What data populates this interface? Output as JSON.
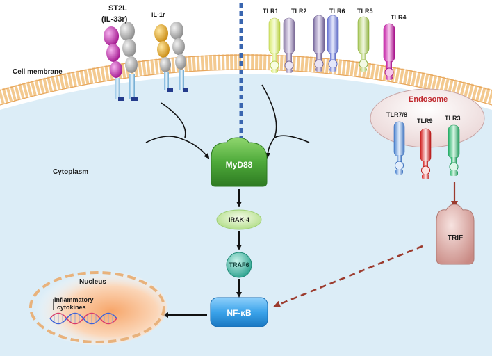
{
  "labels": {
    "cell_membrane": "Cell membrane",
    "cytoplasm": "Cytoplasm",
    "nucleus": "Nucleus",
    "inflammatory_line1": "Inflammatory",
    "inflammatory_line2": "cytokines",
    "endosome": "Endosome"
  },
  "receptors": {
    "st2l_line1": "ST2L",
    "st2l_line2": "(IL-33r)",
    "il1r": "IL-1r",
    "tlr1": "TLR1",
    "tlr2": "TLR2",
    "tlr6": "TLR6",
    "tlr5": "TLR5",
    "tlr4": "TLR4",
    "tlr78": "TLR7/8",
    "tlr9": "TLR9",
    "tlr3": "TLR3"
  },
  "nodes": {
    "myd88": "MyD88",
    "irak4": "IRAK-4",
    "traf6": "TRAF6",
    "nfkb": "NF-κB",
    "trif": "TRIF"
  },
  "colors": {
    "cytoplasm": "#dcedf7",
    "membrane": "#f3c98f",
    "myd88": "#4eaa3a",
    "irak4": "#c9eaa8",
    "traf6": "#3fb7a3",
    "nfkb": "#2a8fd6",
    "trif": "#d9a7a2",
    "endosome_text": "#c0272d",
    "dashed_arrow": "#9c3b2e"
  }
}
